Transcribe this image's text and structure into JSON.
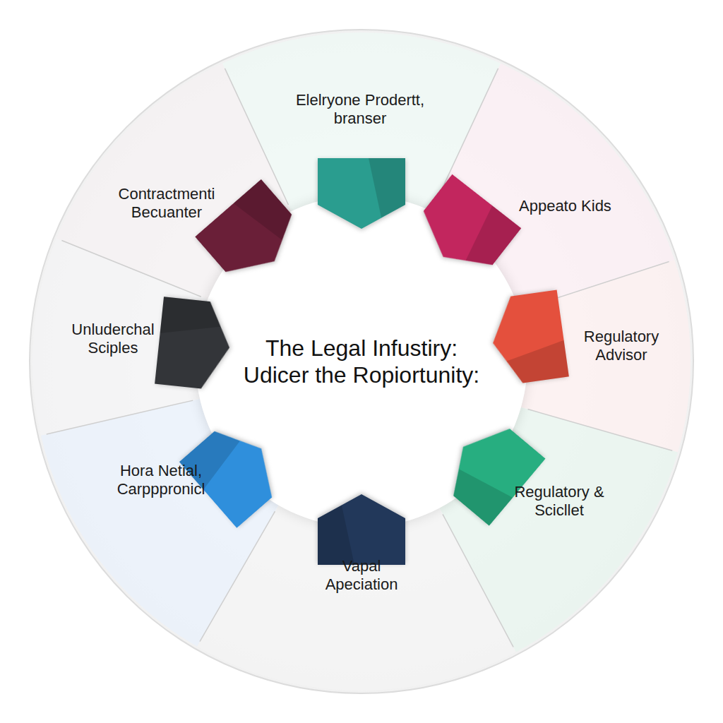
{
  "diagram": {
    "nodes": [
      {
        "text": [
          "The Legal Infustiry: Udicer the Ropiortunity:"
        ]
      },
      {
        "text": [
          "Elelryone Prodertt, branser"
        ]
      },
      {
        "text": [
          "Appeato Kids"
        ]
      },
      {
        "text": [
          "Regulatory Advisor"
        ]
      },
      {
        "text": [
          "Regulatory & Scicllet"
        ]
      },
      {
        "text": [
          "Vapal Apeciation"
        ]
      },
      {
        "text": [
          "Hora Netial, Carpppronicl"
        ]
      },
      {
        "text": [
          "Unluderchal Sciples"
        ]
      },
      {
        "text": [
          "Contractmenti Becuanter"
        ]
      }
    ]
  }
}
